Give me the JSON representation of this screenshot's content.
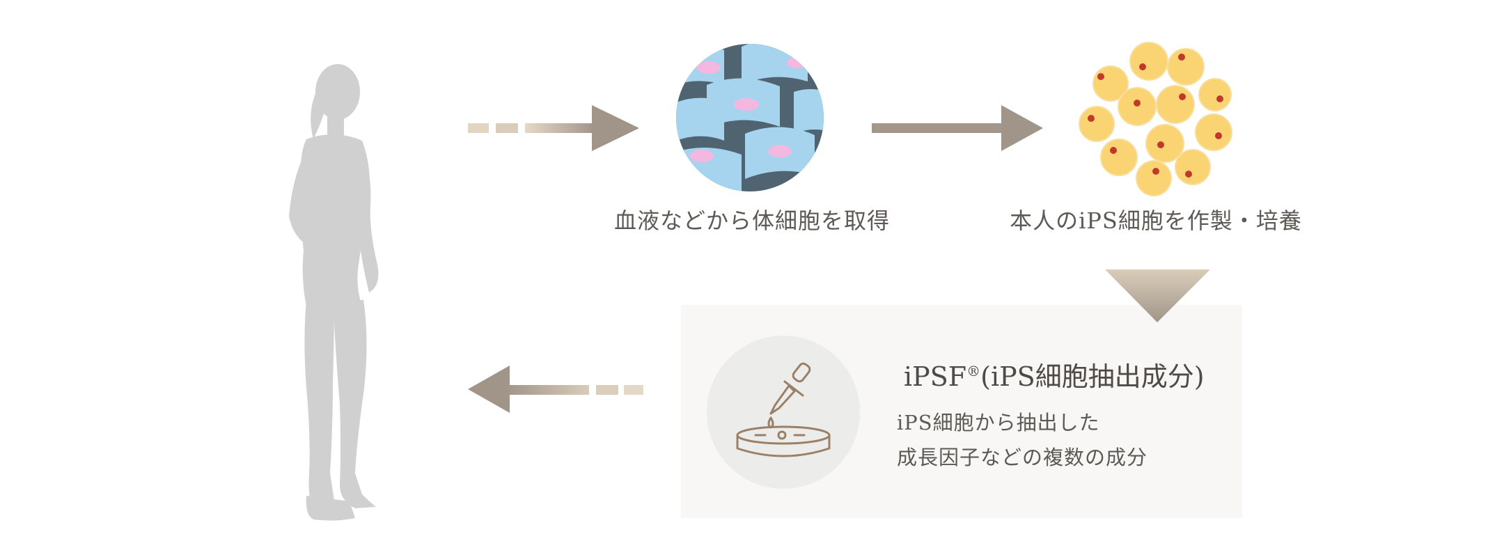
{
  "steps": {
    "collect": {
      "label": "血液などから体細胞を取得"
    },
    "culture": {
      "label": "本人のiPS細胞を作製・培養"
    }
  },
  "product": {
    "title_main": "iPSF",
    "title_mark": "®",
    "title_sub": "(iPS細胞抽出成分)",
    "description": [
      "iPS細胞から抽出した",
      "成長因子などの複数の成分"
    ]
  },
  "colors": {
    "arrow_dark": "#a3978a",
    "arrow_light": "#ddd1bf",
    "silhouette": "#d0d0d0",
    "panel_bg": "#f8f7f5",
    "icon_circle": "#ececea",
    "icon_stroke": "#9a8068",
    "cell_blue": "#a6d4ef",
    "cell_shadow": "#4f6470",
    "nucleus_pink": "#f4b8e0",
    "ips_yellow": "#fad373",
    "ips_nucleus": "#c0392b"
  },
  "icons": {
    "person": "woman-silhouette-icon",
    "somatic": "somatic-cells-icon",
    "ips": "ips-cells-icon",
    "extract": "dropper-petri-dish-icon"
  }
}
